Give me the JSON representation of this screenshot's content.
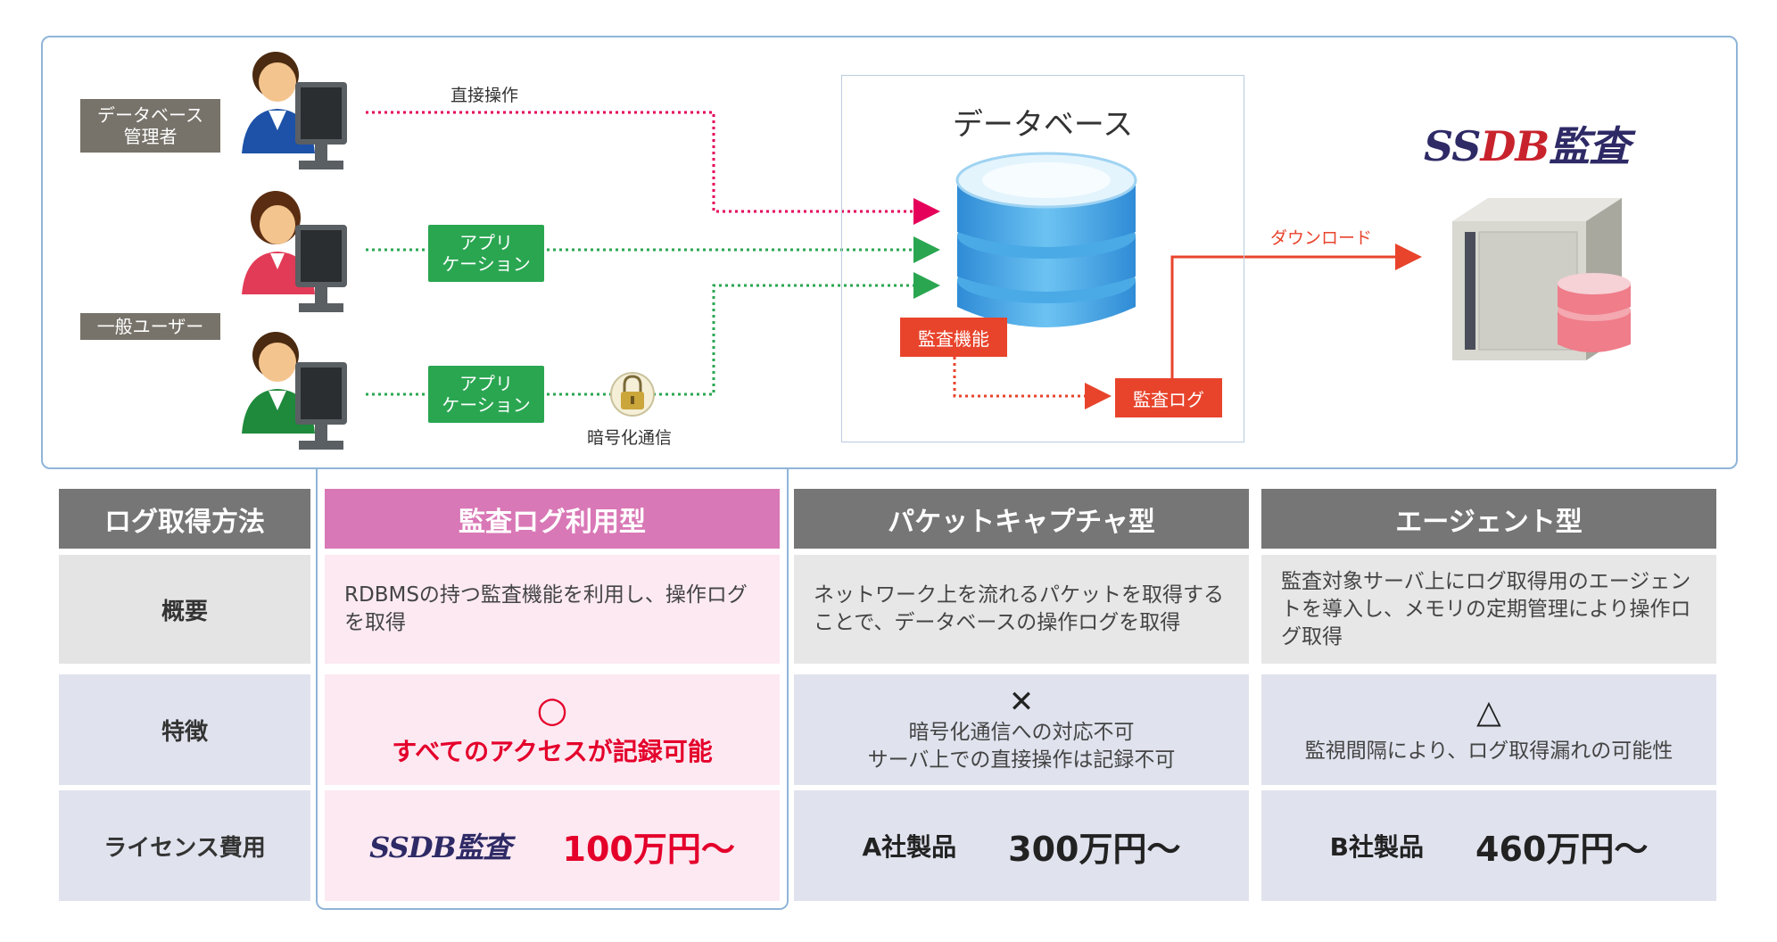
{
  "diagram": {
    "roles": {
      "admin": "データベース\n管理者",
      "general_user": "一般ユーザー"
    },
    "flows": {
      "direct_operation": "直接操作",
      "app1": "アプリ\nケーション",
      "app2": "アプリ\nケーション",
      "encrypted": "暗号化通信",
      "download": "ダウンロード"
    },
    "database": {
      "title": "データベース",
      "audit_function": "監査機能",
      "audit_log": "監査ログ"
    },
    "product_logo": {
      "prefix": "SS",
      "highlight": "DB",
      "suffix": "監査"
    }
  },
  "table": {
    "corner": "ログ取得方法",
    "columns": [
      "監査ログ利用型",
      "パケットキャプチャ型",
      "エージェント型"
    ],
    "rows": {
      "overview": {
        "label": "概要",
        "values": [
          "RDBMSの持つ監査機能を利用し、操作ログを取得",
          "ネットワーク上を流れるパケットを取得することで、データベースの操作ログを取得",
          "監査対象サーバ上にログ取得用のエージェントを導入し、メモリの定期管理により操作ログ取得"
        ]
      },
      "features": {
        "label": "特徴",
        "marks": [
          "○",
          "✕",
          "△"
        ],
        "values": [
          "すべてのアクセスが記録可能",
          "暗号化通信への対応不可\nサーバ上での直接操作は記録不可",
          "監視間隔により、ログ取得漏れの可能性"
        ]
      },
      "license": {
        "label": "ライセンス費用",
        "makers": [
          "SSDB監査",
          "A社製品",
          "B社製品"
        ],
        "prices": [
          "100万円～",
          "300万円～",
          "460万円～"
        ]
      }
    }
  },
  "colors": {
    "highlight_header": "#d978b6",
    "gray_header": "#767676",
    "label_bg": "#e4e4e4",
    "label_bg_alt": "#e0e3ee",
    "highlight_bg": "#fce9f2",
    "accent_red": "#e4002b"
  }
}
